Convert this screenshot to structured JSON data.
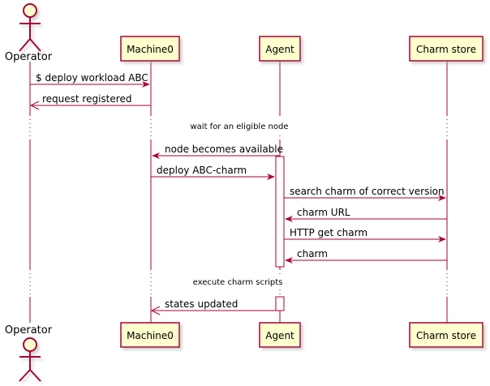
{
  "participants": [
    {
      "id": "operator",
      "label": "Operator",
      "kind": "actor"
    },
    {
      "id": "machine0",
      "label": "Machine0",
      "kind": "participant"
    },
    {
      "id": "agent",
      "label": "Agent",
      "kind": "participant"
    },
    {
      "id": "charmstore",
      "label": "Charm store",
      "kind": "participant"
    }
  ],
  "messages": [
    {
      "from": "operator",
      "to": "machine0",
      "label": "$ deploy workload ABC"
    },
    {
      "from": "machine0",
      "to": "operator",
      "label": "request registered"
    },
    {
      "from": "agent",
      "to": "machine0",
      "label": "node becomes available"
    },
    {
      "from": "machine0",
      "to": "agent",
      "label": "deploy ABC-charm"
    },
    {
      "from": "agent",
      "to": "charmstore",
      "label": "search charm of correct version"
    },
    {
      "from": "charmstore",
      "to": "agent",
      "label": "charm URL"
    },
    {
      "from": "agent",
      "to": "charmstore",
      "label": "HTTP get charm"
    },
    {
      "from": "charmstore",
      "to": "agent",
      "label": "charm"
    },
    {
      "from": "agent",
      "to": "machine0",
      "label": "states updated"
    }
  ],
  "delays": [
    {
      "label": "wait for an eligible node"
    },
    {
      "label": "execute charm scripts"
    }
  ],
  "colors": {
    "line": "#a80036",
    "box_fill": "#fefece",
    "activation_fill": "#ffffff"
  }
}
